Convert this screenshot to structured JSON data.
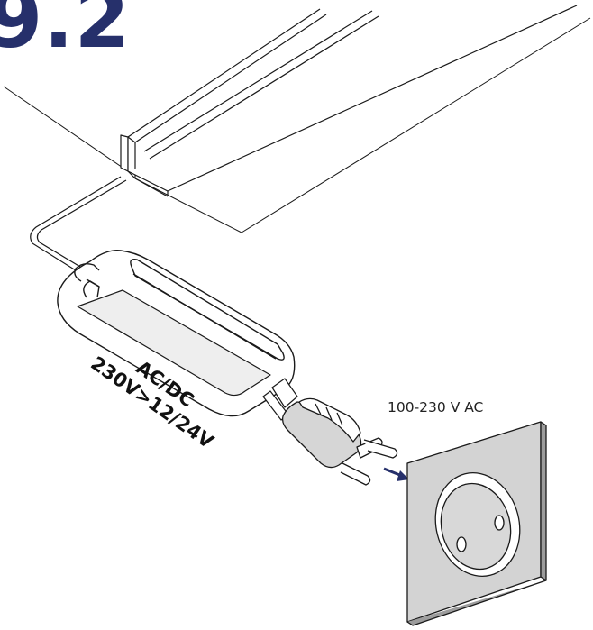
{
  "step": {
    "number": "9.2"
  },
  "driver": {
    "line1": "AC/DC",
    "line2": "230V>12/24V"
  },
  "outlet": {
    "voltage_label": "100-230 V AC"
  },
  "colors": {
    "accent": "#26306b",
    "line": "#1a1a1a",
    "socket_face": "#d3d3d3",
    "socket_side": "#9c9c9c",
    "label_plate": "#eeeeee"
  },
  "icons": {
    "direction": "arrow-right-icon"
  }
}
